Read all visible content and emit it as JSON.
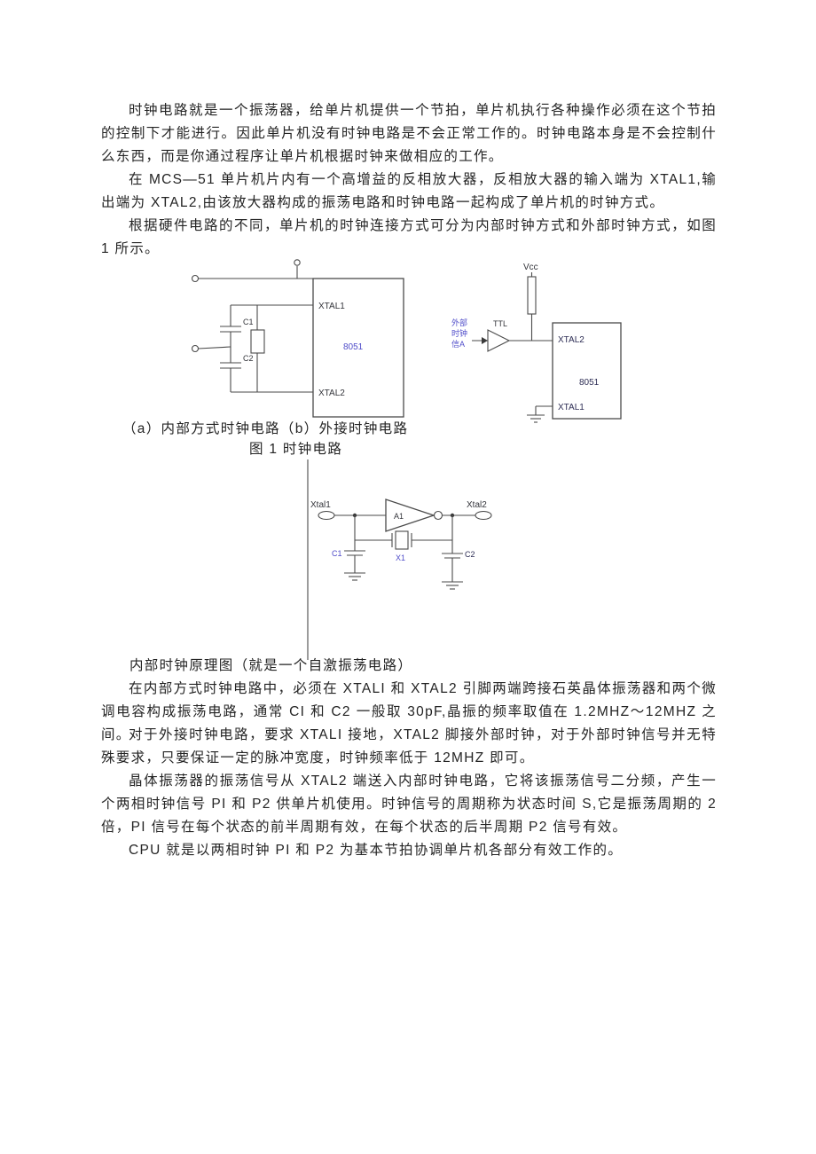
{
  "doc": {
    "p1": "时钟电路就是一个振荡器，给单片机提供一个节拍，单片机执行各种操作必须在这个节拍的控制下才能进行。因此单片机没有时钟电路是不会正常工作的。时钟电路本身是不会控制什么东西，而是你通过程序让单片机根据时钟来做相应的工作。",
    "p2": "在 MCS—51 单片机片内有一个高增益的反相放大器，反相放大器的输入端为 XTAL1,输出端为 XTAL2,由该放大器构成的振荡电路和时钟电路一起构成了单片机的时钟方式。",
    "p3": "根据硬件电路的不同，单片机的时钟连接方式可分为内部时钟方式和外部时钟方式，如图 1 所示。",
    "fig1_sub": "（a）内部方式时钟电路（b）外接时钟电路",
    "fig1_title": "图 1 时钟电路",
    "fig2_title": "内部时钟原理图（就是一个自激振荡电路）",
    "p4": "在内部方式时钟电路中，必须在 XTALI 和 XTAL2 引脚两端跨接石英晶体振荡器和两个微调电容构成振荡电路，通常 CI 和 C2 一般取 30pF,晶振的频率取值在 1.2MHZ～12MHZ 之间。",
    "p5": "对于外接时钟电路，要求 XTALI 接地，XTAL2 脚接外部时钟，对于外部时钟信号并无特殊要求，只要保证一定的脉冲宽度，时钟频率低于 12MHZ 即可。",
    "p6": "晶体振荡器的振荡信号从 XTAL2 端送入内部时钟电路，它将该振荡信号二分频，产生一个两相时钟信号 PI 和 P2 供单片机使用。时钟信号的周期称为状态时间 S,它是振荡周期的 2 倍，PI 信号在每个状态的前半周期有效，在每个状态的后半周期 P2 信号有效。",
    "p7": "CPU 就是以两相时钟 PI 和 P2 为基本节拍协调单片机各部分有效工作的。"
  },
  "fig1": {
    "left": {
      "xtal1": "XTAL1",
      "xtal2": "XTAL2",
      "chip": "8051",
      "c1": "C1",
      "c2": "C2"
    },
    "right": {
      "vcc": "Vcc",
      "ttl": "TTL",
      "ext1": "外部",
      "ext2": "时钟",
      "ext3": "信A",
      "xtal2": "XTAL2",
      "chip": "8051",
      "xtal1": "XTAL1"
    }
  },
  "fig2": {
    "xtal1": "Xtal1",
    "amp": "A1",
    "xtal2": "Xtal2",
    "c1": "C1",
    "x1": "X1",
    "c2": "C2"
  },
  "colors": {
    "page_bg": "#ffffff",
    "text": "#242424",
    "circuit_line": "#4a4a4a",
    "blue_label": "#4f4cc9"
  }
}
